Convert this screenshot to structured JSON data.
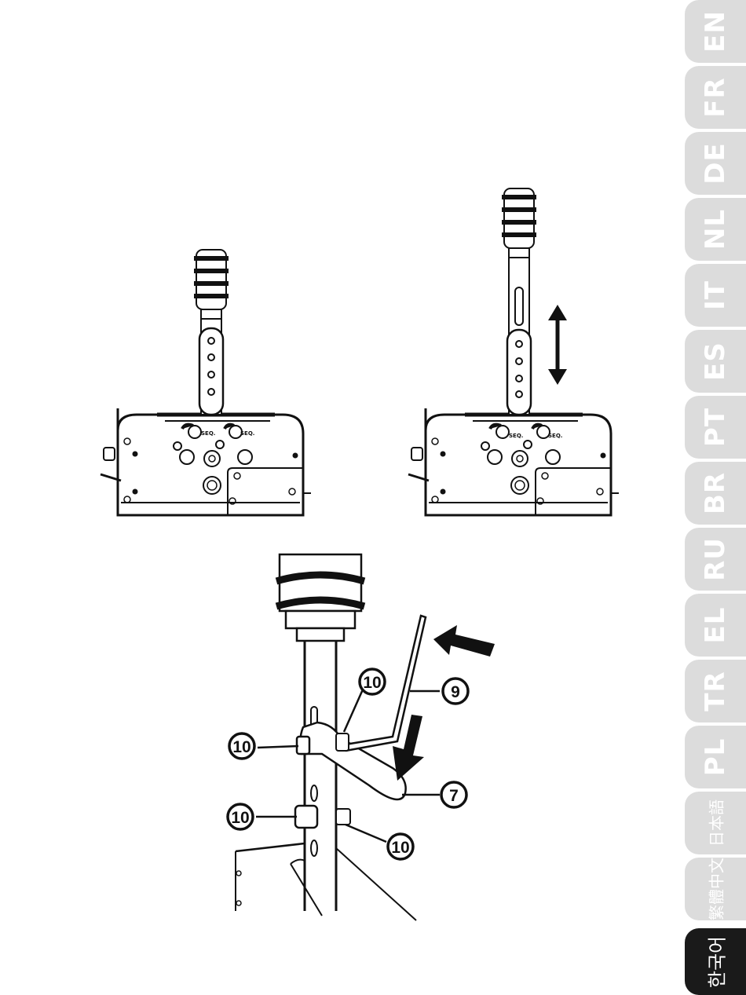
{
  "page": {
    "callouts": {
      "wrench": "7",
      "hex_key": "9",
      "nut": "10"
    },
    "figure1_labels": [
      "SEQ.",
      "SEQ."
    ],
    "figure2_labels": [
      "SEQ.",
      "SEQ."
    ]
  },
  "language_tabs": [
    {
      "code": "EN",
      "active": false
    },
    {
      "code": "FR",
      "active": false
    },
    {
      "code": "DE",
      "active": false
    },
    {
      "code": "NL",
      "active": false
    },
    {
      "code": "IT",
      "active": false
    },
    {
      "code": "ES",
      "active": false
    },
    {
      "code": "PT",
      "active": false
    },
    {
      "code": "BR",
      "active": false
    },
    {
      "code": "RU",
      "active": false
    },
    {
      "code": "EL",
      "active": false
    },
    {
      "code": "TR",
      "active": false
    },
    {
      "code": "PL",
      "active": false
    },
    {
      "code": "日本語",
      "active": false
    },
    {
      "code": "繁體中文",
      "active": false
    },
    {
      "code": "한국어",
      "active": true
    }
  ],
  "colors": {
    "tab_inactive": "#dcdcdc",
    "tab_active": "#1a1a1a",
    "tab_text": "#ffffff",
    "line": "#111111"
  }
}
